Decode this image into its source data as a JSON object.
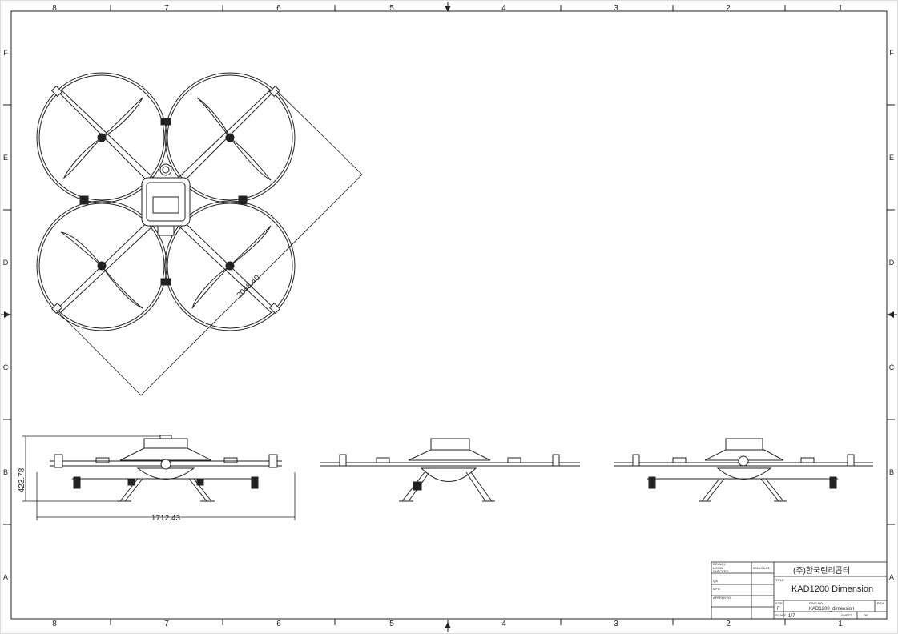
{
  "drawing": {
    "zone_columns_top": [
      "8",
      "7",
      "6",
      "5",
      "4",
      "3",
      "2",
      "1"
    ],
    "zone_columns_bottom": [
      "8",
      "7",
      "6",
      "5",
      "4",
      "3",
      "2",
      "1"
    ],
    "zone_rows_left": [
      "F",
      "E",
      "D",
      "C",
      "B",
      "A"
    ],
    "zone_rows_right": [
      "F",
      "E",
      "D",
      "C",
      "B",
      "A"
    ],
    "dimensions": {
      "diagonal": "2048.40",
      "height": "423.78",
      "width": "1712.43"
    }
  },
  "title_block": {
    "drawn_label": "DRAWN",
    "drawn_by": "LOGIN",
    "checked_label": "CHECKED",
    "date": "2016-08-03",
    "qa_label": "QA",
    "mfg_label": "MFG",
    "approved_label": "APPROVED",
    "company": "(주)한국린리콥터",
    "title_label": "TITLE",
    "title": "KAD1200 Dimension",
    "size_label": "SIZE",
    "size_value": "F",
    "dwg_label": "DWG NO",
    "dwg_no": "KAD1200_dimension",
    "rev_label": "REV",
    "scale_label": "SCALE",
    "scale_value": "1/7",
    "sheet_label": "SHEET",
    "of_label": "OF"
  }
}
